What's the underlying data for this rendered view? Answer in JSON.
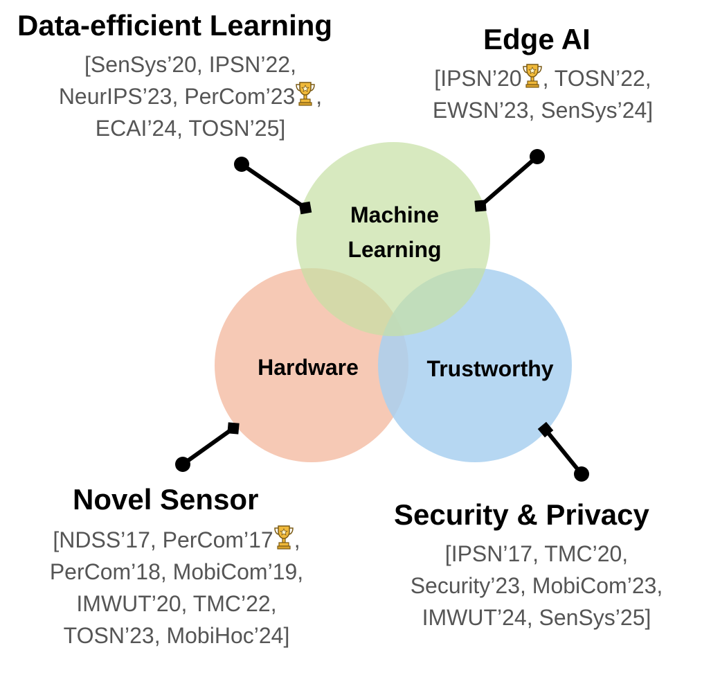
{
  "circles": {
    "ml": {
      "label_line1": "Machine",
      "label_line2": "Learning",
      "color": "#c6e0a4"
    },
    "hw": {
      "label": "Hardware",
      "color": "#f4c0a8"
    },
    "tw": {
      "label": "Trustworthy",
      "color": "#a9d0f0"
    }
  },
  "topics": {
    "data_efficient": {
      "title": "Data-efficient Learning",
      "line1": "[SenSys’20, IPSN’22,",
      "line2a": "NeurIPS’23, PerCom’23",
      "line2b": ",",
      "line3": "ECAI’24, TOSN’25]"
    },
    "edge_ai": {
      "title": "Edge AI",
      "line1a": "[IPSN’20",
      "line1b": ", TOSN’22,",
      "line2": "EWSN’23, SenSys’24]"
    },
    "novel_sensor": {
      "title": "Novel Sensor",
      "line1a": "[NDSS’17, PerCom’17",
      "line1b": ",",
      "line2": "PerCom’18, MobiCom’19,",
      "line3": "IMWUT’20, TMC’22,",
      "line4": "TOSN’23, MobiHoc’24]"
    },
    "security_privacy": {
      "title": "Security & Privacy",
      "line1": "[IPSN’17, TMC’20,",
      "line2": "Security’23, MobiCom’23,",
      "line3": "IMWUT’24, SenSys’25]"
    }
  },
  "icons": {
    "award": "trophy-icon"
  },
  "colors": {
    "connector": "#000000",
    "publication_text": "#555555",
    "trophy_gold": "#f0b93a"
  }
}
